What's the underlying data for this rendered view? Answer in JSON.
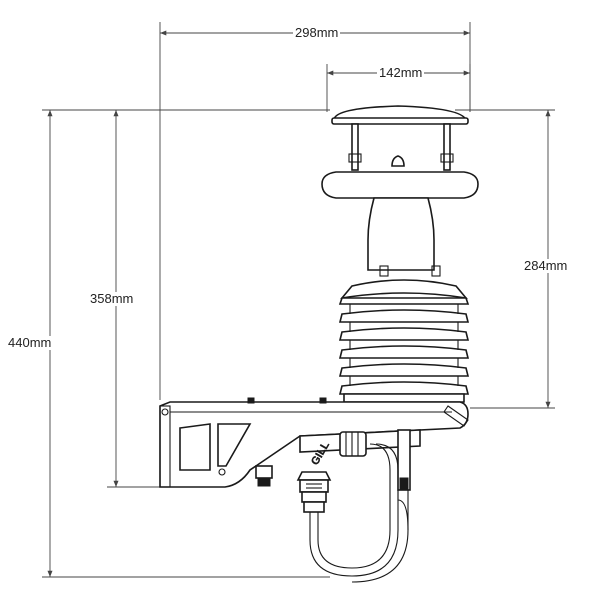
{
  "dimensions": {
    "overall_width": "298mm",
    "top_width": "142mm",
    "sensor_height": "284mm",
    "bracket_height": "358mm",
    "overall_height": "440mm"
  },
  "brand_mark": "GILL",
  "colors": {
    "line": "#1a1a1a",
    "dimension": "#444444",
    "background": "#ffffff"
  }
}
